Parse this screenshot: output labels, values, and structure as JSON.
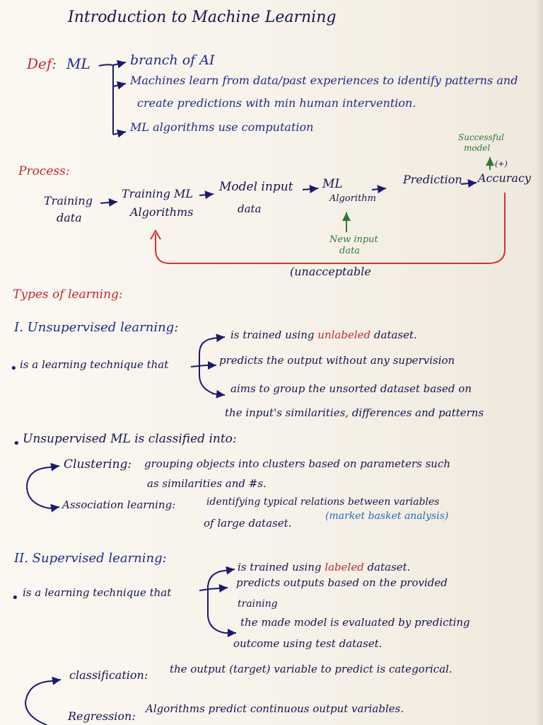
{
  "title": "Introduction to Machine Learning",
  "definition": {
    "label": "Def:",
    "term": "ML",
    "items": [
      "branch of AI",
      "Machines learn from data/past experiences to identify patterns and",
      "create predictions with min human intervention.",
      "ML algorithms use computation"
    ]
  },
  "process": {
    "label": "Process:",
    "steps": [
      {
        "line1": "Training",
        "line2": "data"
      },
      {
        "line1": "Training ML",
        "line2": "Algorithms"
      },
      {
        "line1": "Model input",
        "line2": "data"
      },
      {
        "line1": "ML",
        "line2": "Algorithm"
      },
      {
        "line1": "Prediction",
        "line2": ""
      },
      {
        "line1": "Accuracy",
        "line2": ""
      }
    ],
    "successful_model": {
      "line1": "Successful",
      "line2": "model"
    },
    "plus_sign": "(+)",
    "new_input": {
      "line1": "New input",
      "line2": "data"
    },
    "unacceptable": "(unacceptable"
  },
  "types": {
    "heading": "Types of learning:",
    "unsupervised": {
      "heading": "I. Unsupervised learning:",
      "stem": "is a learning technique that",
      "branches": [
        {
          "pre": "is trained using ",
          "highlight": "unlabeled",
          "post": " dataset."
        },
        {
          "pre": "predicts the output without any supervision",
          "highlight": "",
          "post": ""
        },
        {
          "pre": "aims to group the unsorted dataset based on",
          "highlight": "",
          "post": ""
        }
      ],
      "continuation": "the input's similarities, differences and patterns",
      "classified_heading": "Unsupervised ML is classified into:",
      "classes": [
        {
          "name": "Clustering:",
          "desc": "grouping objects into clusters based on parameters such",
          "desc2": "as similarities and #s."
        },
        {
          "name": "Association learning:",
          "desc": "identifying typical relations between variables",
          "desc2": "of large dataset.",
          "note": "(market basket analysis)"
        }
      ]
    },
    "supervised": {
      "heading": "II. Supervised learning:",
      "stem": "is a learning technique that",
      "branches": [
        {
          "pre": "is trained using ",
          "highlight": "labeled",
          "post": " dataset."
        },
        {
          "pre": "predicts outputs based on the provided",
          "highlight": "",
          "post": ""
        },
        {
          "pre": "training",
          "highlight": "",
          "post": ""
        },
        {
          "pre": "the made model is evaluated by predicting",
          "highlight": "",
          "post": ""
        }
      ],
      "continuation": "outcome using test dataset.",
      "classes": [
        {
          "name": "classification:",
          "desc": "the output (target) variable to predict is categorical."
        },
        {
          "name": "Regression:",
          "desc": "Algorithms predict continuous output variables."
        }
      ]
    }
  },
  "colors": {
    "ink_blue": "#1a1a6e",
    "ink_red": "#c0292d",
    "ink_green": "#2e7a2e",
    "ink_sky": "#1f6fb8",
    "paper": "#f7f3ec"
  }
}
